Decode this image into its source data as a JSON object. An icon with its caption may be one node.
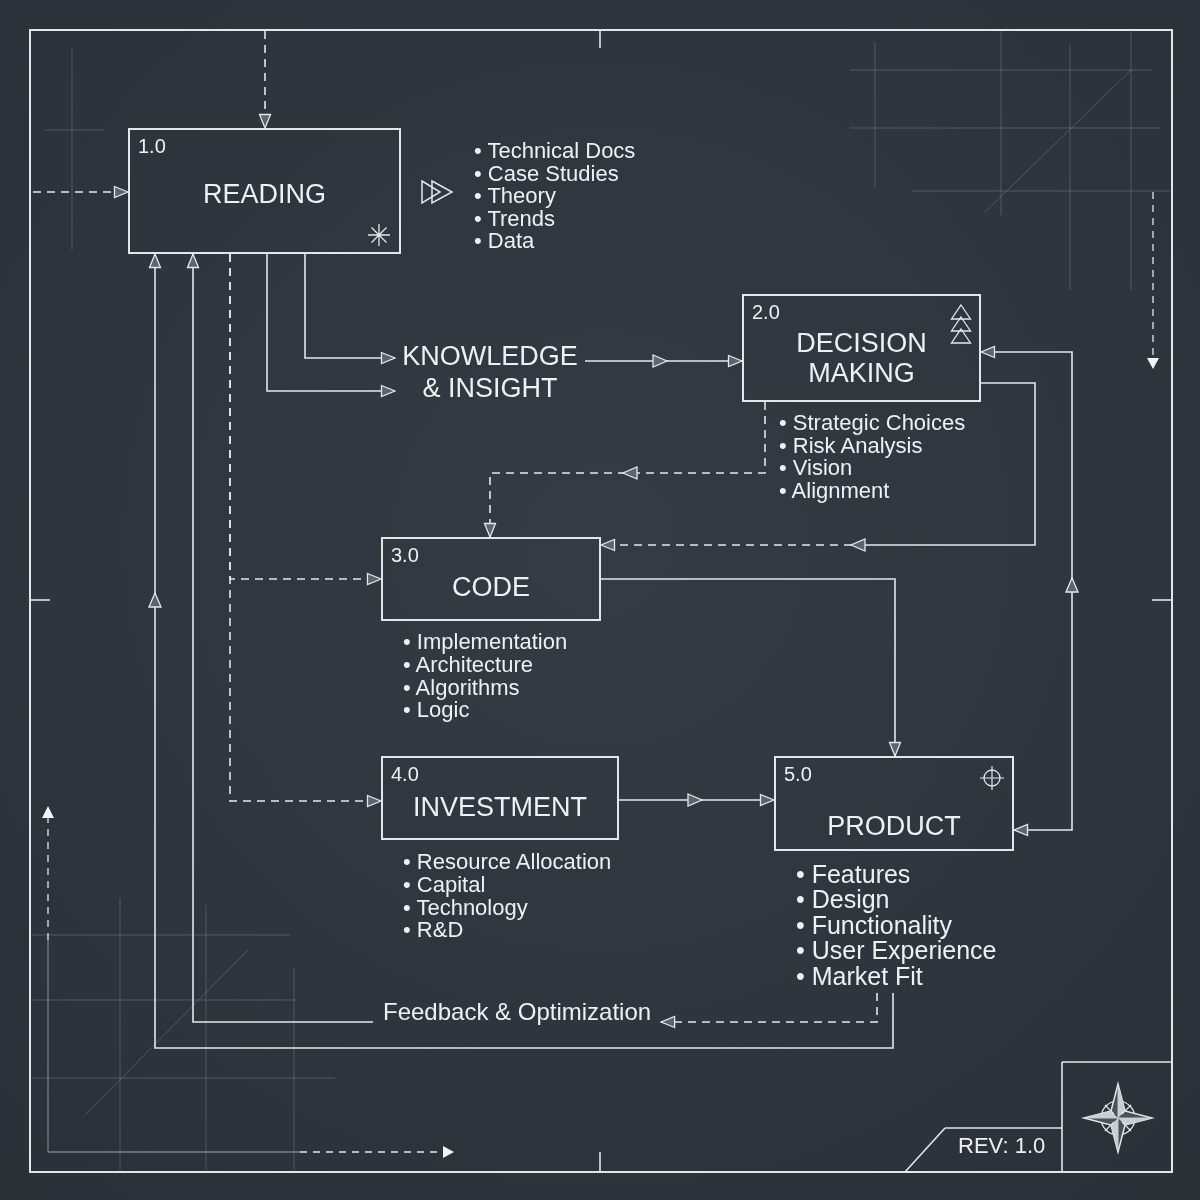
{
  "diagram": {
    "nodes": [
      {
        "text": [
          "1.0",
          "READING"
        ],
        "beside": [
          "• Technical Docs",
          "• Case Studies",
          "• Theory",
          "• Trends",
          "• Data"
        ]
      },
      {
        "text": [
          "KNOWLEDGE & INSIGHT"
        ]
      },
      {
        "text": [
          "2.0",
          "DECISION MAKING"
        ],
        "beside": [
          "• Strategic Choices",
          "• Risk Analysis",
          "• Vision",
          "• Alignment"
        ]
      },
      {
        "text": [
          "3.0",
          "CODE"
        ],
        "beside": [
          "• Implementation",
          "• Architecture",
          "• Algorithms",
          "• Logic"
        ]
      },
      {
        "text": [
          "4.0",
          "INVESTMENT"
        ],
        "beside": [
          "• Resource Allocation",
          "• Capital",
          "• Technology",
          "• R&D"
        ]
      },
      {
        "text": [
          "5.0",
          "PRODUCT"
        ],
        "beside": [
          "• Features",
          "• Design",
          "• Functionality",
          "• User Experience",
          "• Market Fit"
        ]
      },
      {
        "text": [
          "Feedback & Optimization"
        ]
      }
    ],
    "edges": [
      {
        "from": null,
        "to": 0,
        "arrow": "to",
        "style": "dashed"
      },
      {
        "from": null,
        "to": 0,
        "arrow": "to",
        "style": "dashed"
      },
      {
        "from": 0,
        "to": 1,
        "arrow": "to"
      },
      {
        "from": 0,
        "to": 1,
        "arrow": "to"
      },
      {
        "from": 1,
        "to": 2,
        "arrow": "to"
      },
      {
        "from": 2,
        "to": 3,
        "arrow": "to",
        "style": "dashed"
      },
      {
        "from": 2,
        "to": 3,
        "arrow": "to",
        "style": "dashed"
      },
      {
        "from": 0,
        "to": 3,
        "arrow": "to",
        "style": "dashed"
      },
      {
        "from": 0,
        "to": 4,
        "arrow": "to",
        "style": "dashed"
      },
      {
        "from": 3,
        "to": 5,
        "arrow": "to"
      },
      {
        "from": 4,
        "to": 5,
        "arrow": "to"
      },
      {
        "from": 5,
        "to": 2,
        "arrow": "both"
      },
      {
        "from": 5,
        "to": 0,
        "arrow": "to"
      },
      {
        "from": 6,
        "to": 0,
        "arrow": "to"
      },
      {
        "from": 5,
        "to": 6,
        "arrow": "to",
        "style": "dashed"
      }
    ],
    "labels": [
      "REV: 1.0"
    ]
  }
}
